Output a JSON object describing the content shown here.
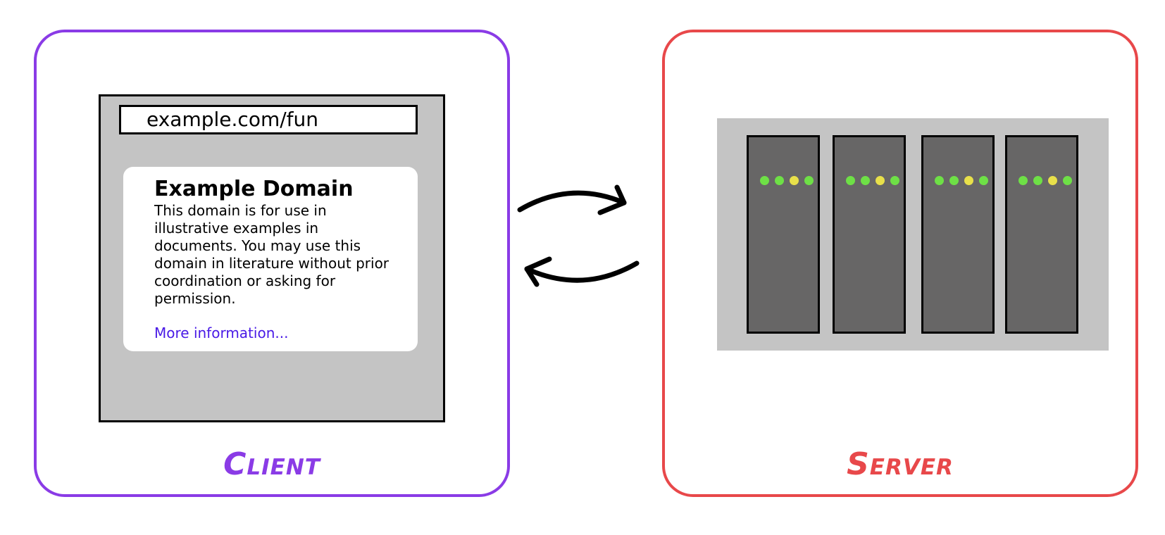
{
  "client": {
    "label": "Client",
    "color": "#8a3be6",
    "browser": {
      "url": "example.com/fun",
      "page": {
        "heading": "Example Domain",
        "body": "This domain is for use in illustrative examples in documents. You may use this domain in literature without prior coordination or asking for permission.",
        "link": "More information...",
        "link_color": "#4a1be6"
      }
    }
  },
  "server": {
    "label": "Server",
    "color": "#e8484a",
    "units": [
      {
        "lights": [
          "green",
          "green",
          "yellow",
          "green"
        ]
      },
      {
        "lights": [
          "green",
          "green",
          "yellow",
          "green"
        ]
      },
      {
        "lights": [
          "green",
          "green",
          "yellow",
          "green"
        ]
      },
      {
        "lights": [
          "green",
          "green",
          "yellow",
          "green"
        ]
      }
    ]
  },
  "arrows": {
    "icons": [
      "request-arrow-icon",
      "response-arrow-icon"
    ]
  }
}
